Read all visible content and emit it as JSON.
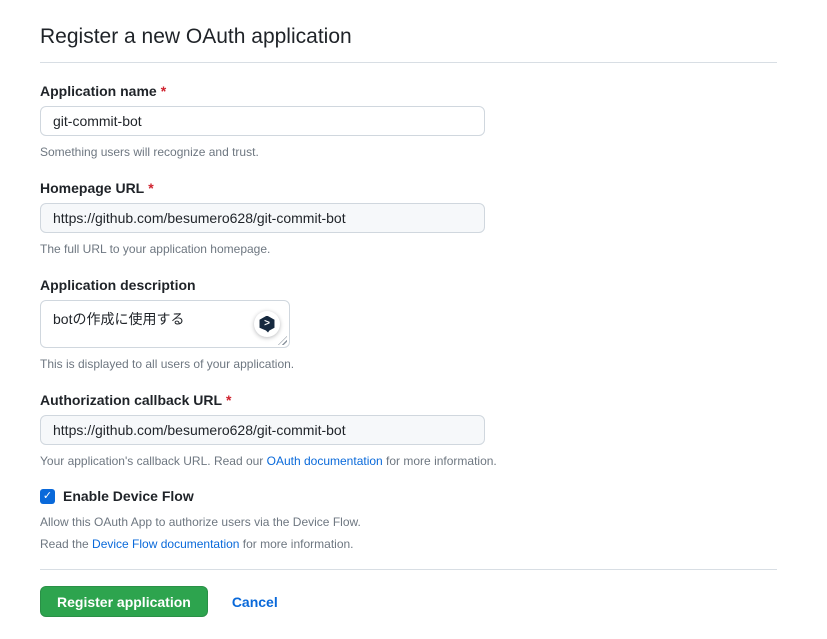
{
  "page": {
    "title": "Register a new OAuth application",
    "required_marker": "*"
  },
  "colors": {
    "accent_green": "#2da44e",
    "link_blue": "#0969da",
    "required_red": "#cf222e",
    "input_border": "#d0d7de",
    "input_gray_bg": "#f6f8fa",
    "muted_text": "#6e7781",
    "checkbox_blue": "#0969da",
    "extension_badge_navy": "#16293f"
  },
  "icons": {
    "check_icon": "✓",
    "extension_badge_glyph": ">"
  },
  "form": {
    "app_name": {
      "label": "Application name",
      "value": "git-commit-bot",
      "note": "Something users will recognize and trust."
    },
    "homepage_url": {
      "label": "Homepage URL",
      "value": "https://github.com/besumero628/git-commit-bot",
      "note": "The full URL to your application homepage."
    },
    "app_description": {
      "label": "Application description",
      "value": "botの作成に使用する",
      "note": "This is displayed to all users of your application."
    },
    "callback_url": {
      "label": "Authorization callback URL",
      "value": "https://github.com/besumero628/git-commit-bot",
      "note_before": "Your application's callback URL. Read our ",
      "note_link": "OAuth documentation",
      "note_after": " for more information."
    },
    "device_flow": {
      "label": "Enable Device Flow",
      "checked": true,
      "note1": "Allow this OAuth App to authorize users via the Device Flow.",
      "note2_before": "Read the ",
      "note2_link": "Device Flow documentation",
      "note2_after": " for more information."
    },
    "actions": {
      "submit_label": "Register application",
      "cancel_label": "Cancel"
    }
  }
}
